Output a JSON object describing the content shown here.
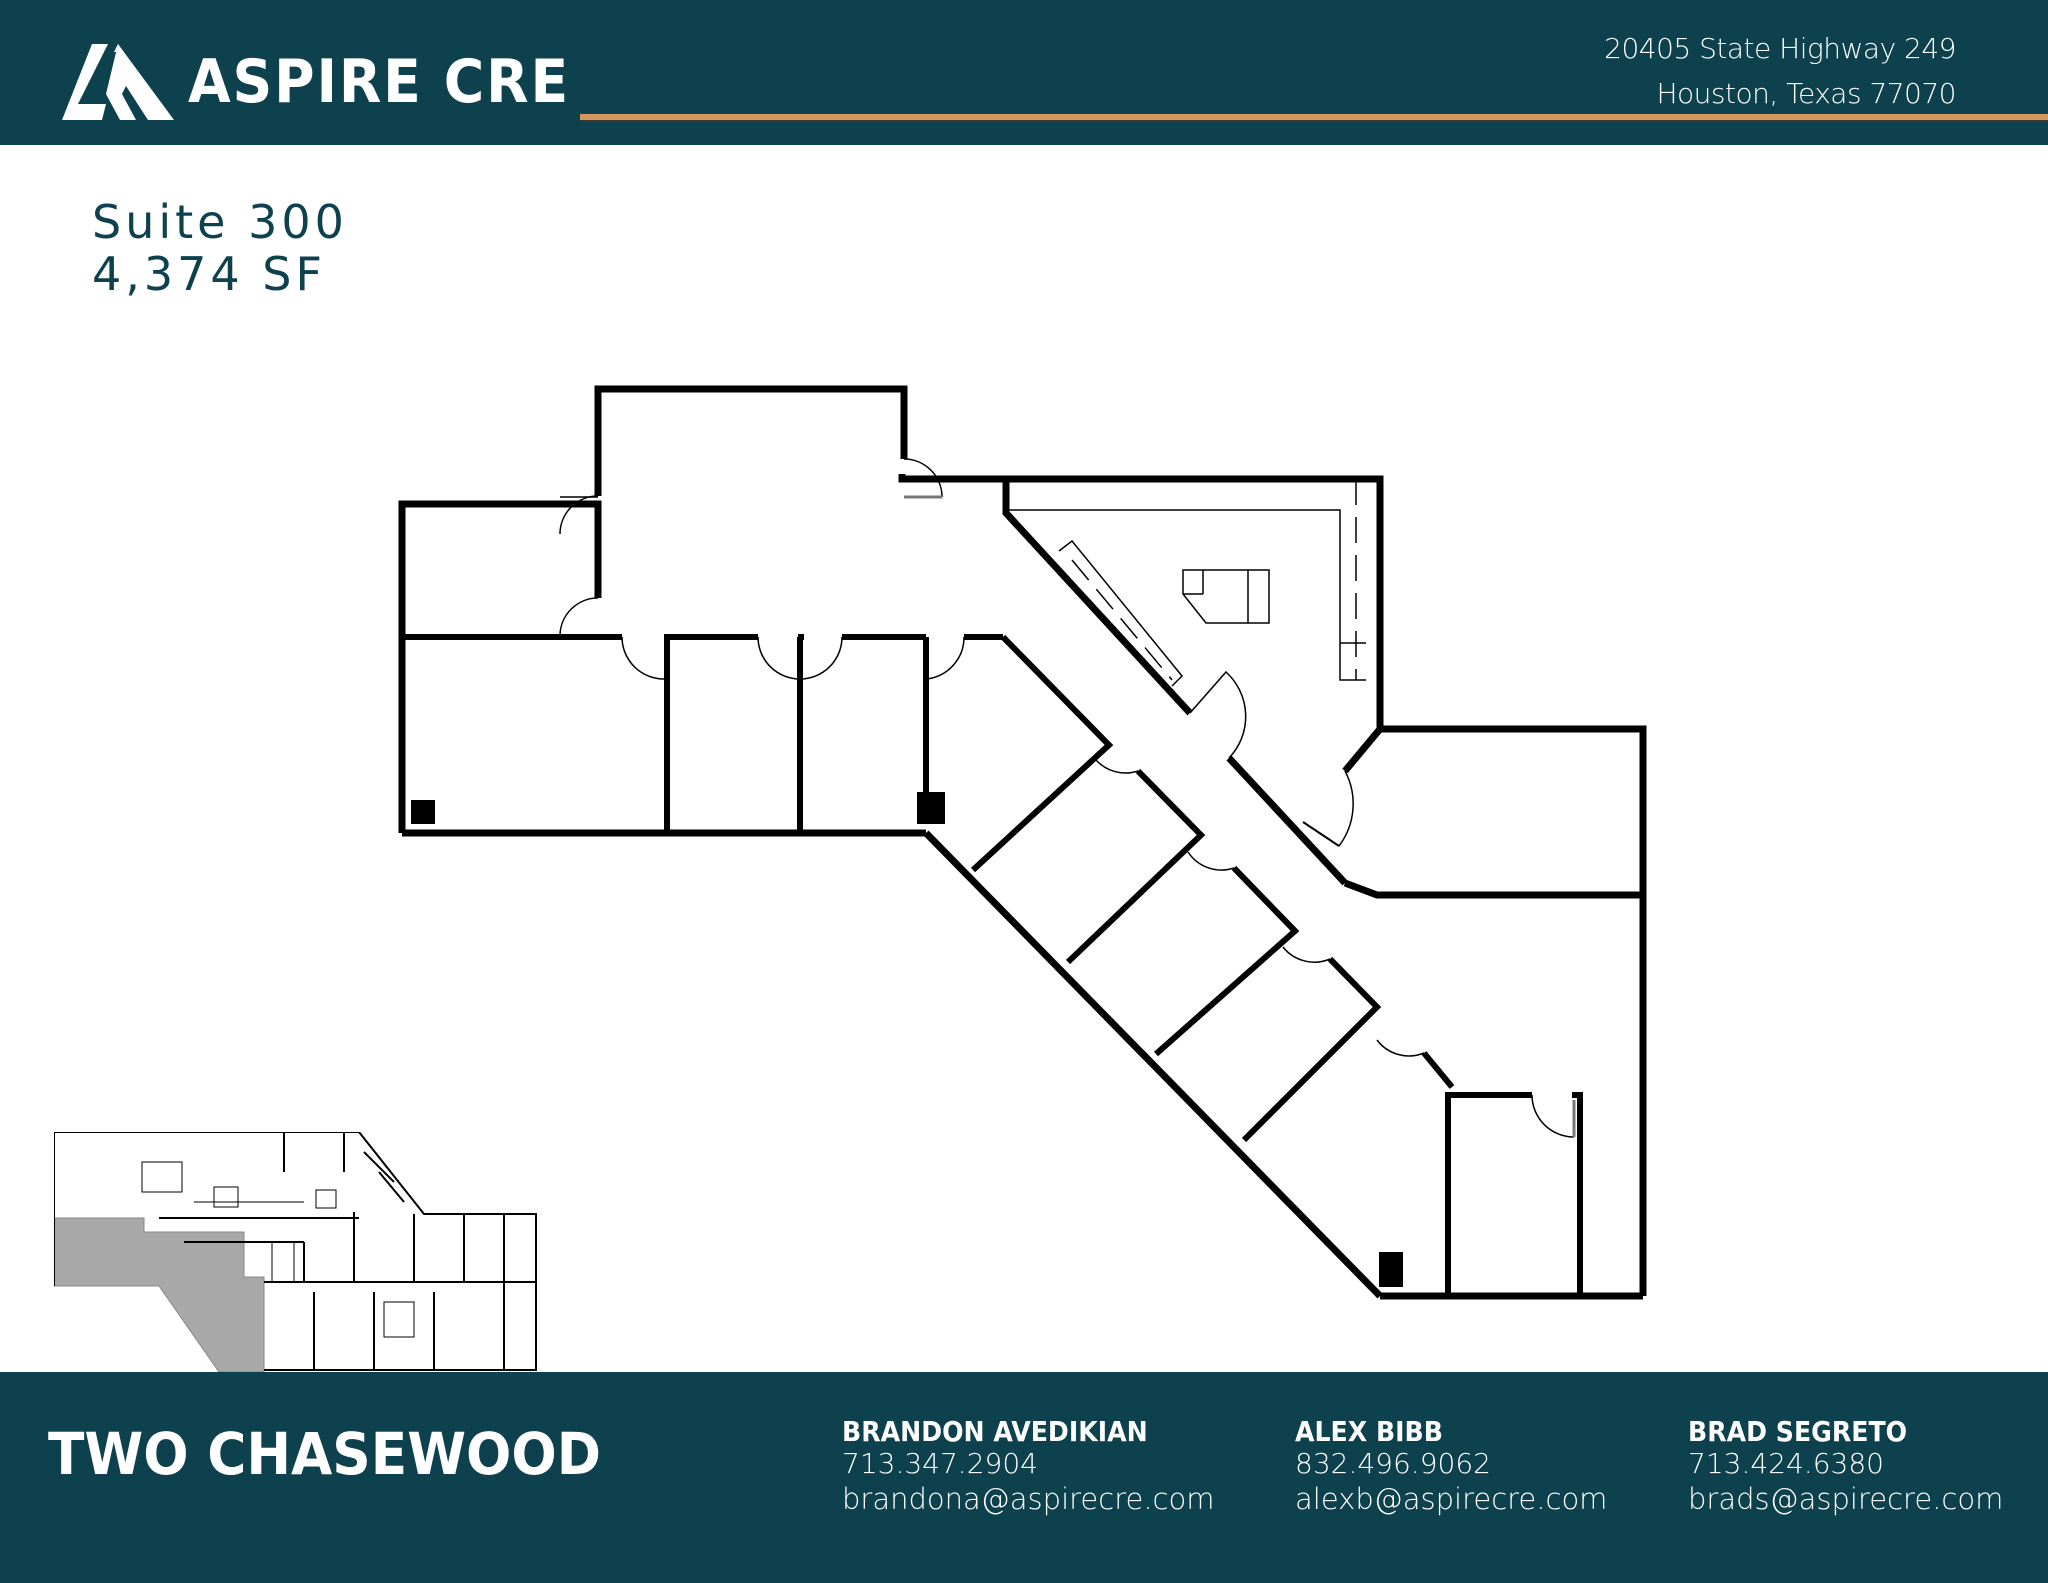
{
  "header": {
    "brand": "ASPIRE CRE",
    "logo_icon": "aspire-peak-logo-icon",
    "address_line1": "20405 State Highway 249",
    "address_line2": "Houston, Texas 77070"
  },
  "suite": {
    "title": "Suite 300",
    "size": "4,374 SF"
  },
  "floorplan": {
    "label": "suite-300-floor-plan",
    "keyplan_label": "building-key-plan"
  },
  "footer": {
    "building_name": "TWO CHASEWOOD",
    "contacts": [
      {
        "name": "BRANDON AVEDIKIAN",
        "phone": "713.347.2904",
        "email": "brandona@aspirecre.com"
      },
      {
        "name": "ALEX BIBB",
        "phone": "832.496.9062",
        "email": "alexb@aspirecre.com"
      },
      {
        "name": "BRAD SEGRETO",
        "phone": "713.424.6380",
        "email": "brads@aspirecre.com"
      }
    ]
  },
  "colors": {
    "brand_teal": "#0d414d",
    "accent_tan": "#d4965f",
    "highlight_gray": "#a8a8a8"
  }
}
